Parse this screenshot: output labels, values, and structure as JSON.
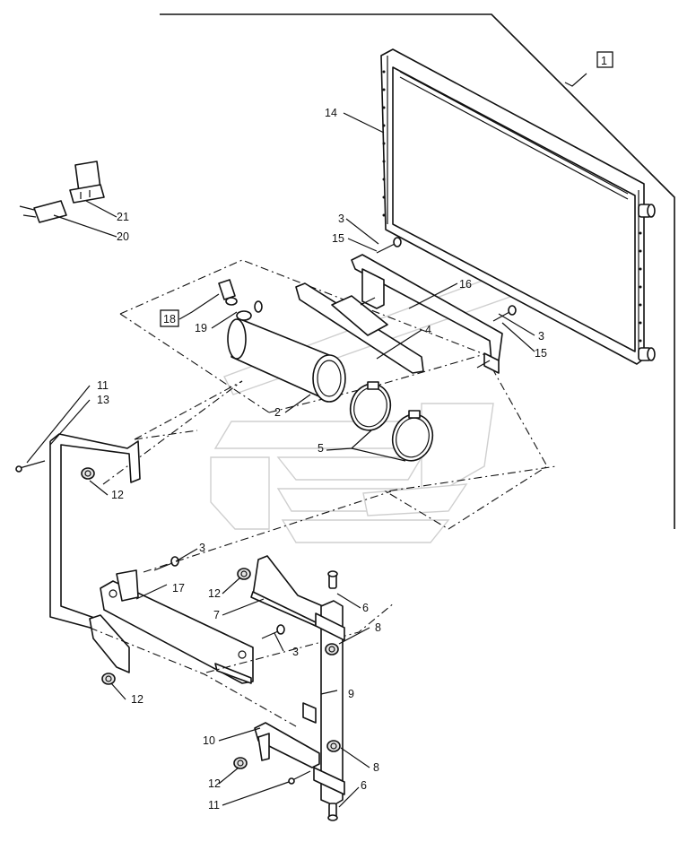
{
  "diagram": {
    "callouts": [
      {
        "id": "c1",
        "text": "1",
        "boxed": true
      },
      {
        "id": "c14",
        "text": "14"
      },
      {
        "id": "c21",
        "text": "21"
      },
      {
        "id": "c20",
        "text": "20"
      },
      {
        "id": "c3a",
        "text": "3"
      },
      {
        "id": "c15a",
        "text": "15"
      },
      {
        "id": "c16",
        "text": "16"
      },
      {
        "id": "c3b",
        "text": "3"
      },
      {
        "id": "c15b",
        "text": "15"
      },
      {
        "id": "c18",
        "text": "18",
        "boxed": true
      },
      {
        "id": "c19",
        "text": "19"
      },
      {
        "id": "c4",
        "text": "4"
      },
      {
        "id": "c2",
        "text": "2"
      },
      {
        "id": "c5",
        "text": "5"
      },
      {
        "id": "c11a",
        "text": "11"
      },
      {
        "id": "c13",
        "text": "13"
      },
      {
        "id": "c12a",
        "text": "12"
      },
      {
        "id": "c3c",
        "text": "3"
      },
      {
        "id": "c17",
        "text": "17"
      },
      {
        "id": "c12b",
        "text": "12"
      },
      {
        "id": "c7",
        "text": "7"
      },
      {
        "id": "c6a",
        "text": "6"
      },
      {
        "id": "c8a",
        "text": "8"
      },
      {
        "id": "c3d",
        "text": "3"
      },
      {
        "id": "c12c",
        "text": "12"
      },
      {
        "id": "c9",
        "text": "9"
      },
      {
        "id": "c10",
        "text": "10"
      },
      {
        "id": "c8b",
        "text": "8"
      },
      {
        "id": "c12d",
        "text": "12"
      },
      {
        "id": "c11b",
        "text": "11"
      },
      {
        "id": "c6b",
        "text": "6"
      }
    ]
  }
}
